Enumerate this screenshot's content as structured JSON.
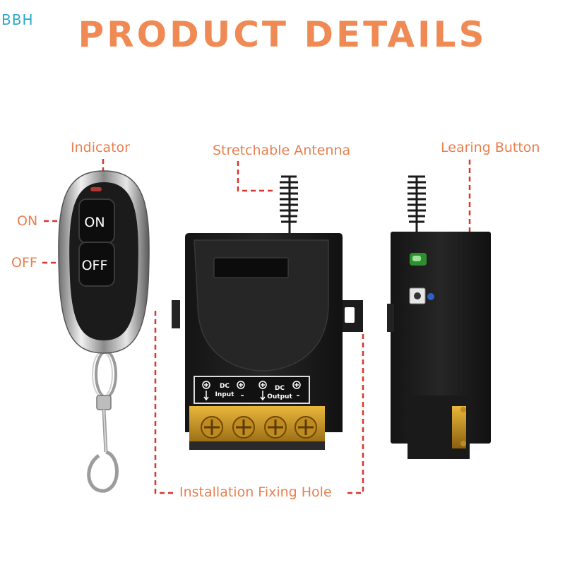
{
  "watermark": "BBH",
  "title": "PRODUCT DETAILS",
  "labels": {
    "indicator": "Indicator",
    "on": "ON",
    "off": "OFF",
    "antenna": "Stretchable Antenna",
    "learning_button": "Learing Button",
    "fixing_hole": "Installation Fixing Hole"
  },
  "remote": {
    "on_button": "ON",
    "off_button": "OFF"
  },
  "terminal": {
    "input_top": "DC",
    "input_bottom": "Input",
    "output_top": "DC",
    "output_bottom": "Output"
  },
  "colors": {
    "accent": "#f08a55",
    "callout_line": "#d9342b",
    "device": "#1c1c1c",
    "terminal": "#c8961e"
  }
}
